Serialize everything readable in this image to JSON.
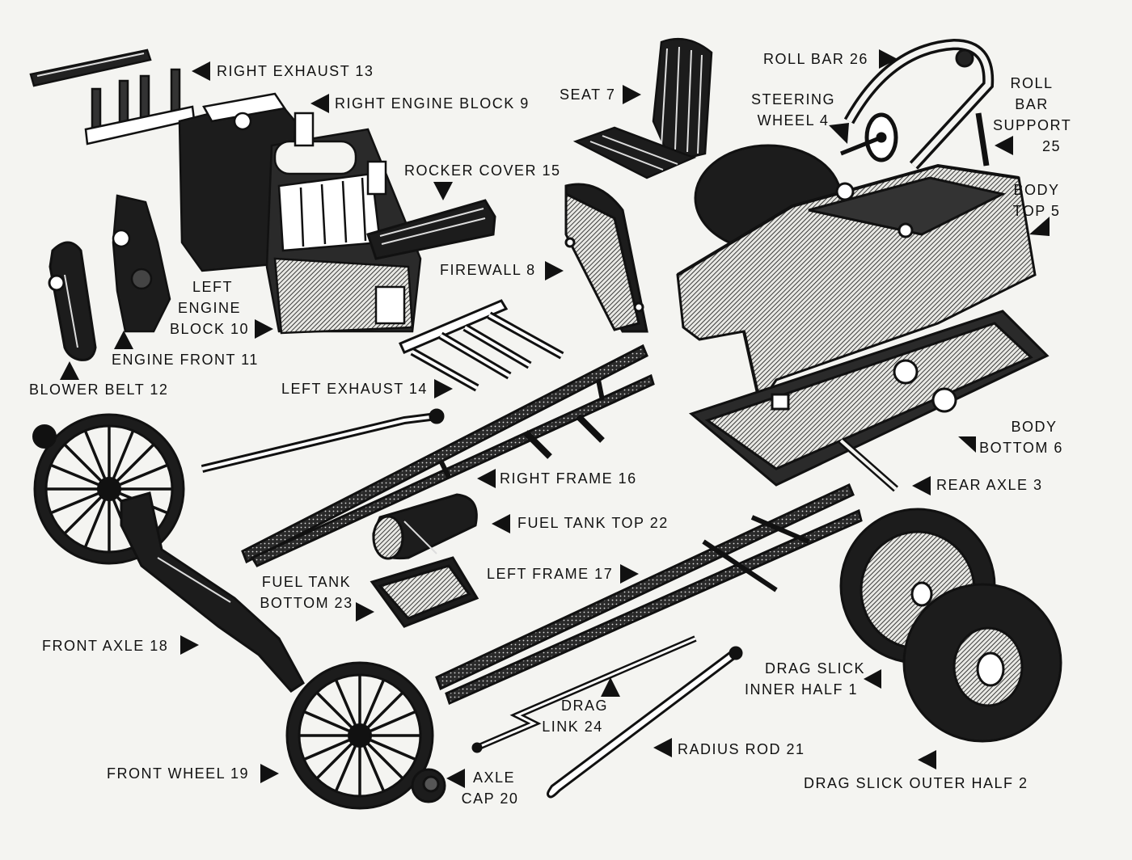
{
  "labels": {
    "right_exhaust": "RIGHT EXHAUST 13",
    "right_engine_block": "RIGHT ENGINE BLOCK 9",
    "seat": "SEAT 7",
    "roll_bar": "ROLL BAR 26",
    "roll_bar_support": [
      "ROLL",
      "BAR",
      "SUPPORT",
      "25"
    ],
    "steering_wheel": [
      "STEERING",
      "WHEEL 4"
    ],
    "rocker_cover": "ROCKER COVER 15",
    "body_top": [
      "BODY",
      "TOP 5"
    ],
    "firewall": "FIREWALL 8",
    "left_engine_block": [
      "LEFT",
      "ENGINE",
      "BLOCK 10"
    ],
    "engine_front": "ENGINE FRONT 11",
    "blower_belt": "BLOWER BELT 12",
    "left_exhaust": "LEFT EXHAUST 14",
    "body_bottom": [
      "BODY",
      "BOTTOM 6"
    ],
    "right_frame": "RIGHT FRAME 16",
    "rear_axle": "REAR AXLE 3",
    "fuel_tank_top": "FUEL TANK TOP 22",
    "fuel_tank_bottom": [
      "FUEL TANK",
      "BOTTOM 23"
    ],
    "left_frame": "LEFT FRAME 17",
    "front_axle": "FRONT AXLE 18",
    "drag_slick_inner": [
      "DRAG SLICK",
      "INNER HALF 1"
    ],
    "drag_link": [
      "DRAG",
      "LINK 24"
    ],
    "radius_rod": "RADIUS ROD 21",
    "front_wheel": "FRONT WHEEL 19",
    "axle_cap": [
      "AXLE",
      "CAP 20"
    ],
    "drag_slick_outer": "DRAG SLICK OUTER HALF 2"
  },
  "colors": {
    "ink": "#111111",
    "paper": "#f4f4f1",
    "shade": "#5a5a5a"
  }
}
